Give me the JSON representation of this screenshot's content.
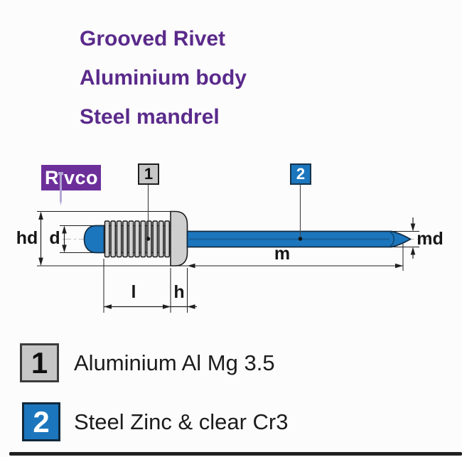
{
  "title": {
    "lines": [
      "Grooved Rivet",
      "Aluminium body",
      "Steel mandrel"
    ]
  },
  "logo": {
    "name": "Rivco",
    "prefix": "R",
    "suffix": "vco"
  },
  "callouts": [
    {
      "number": "1",
      "style": "grey"
    },
    {
      "number": "2",
      "style": "blue"
    }
  ],
  "dim_labels": {
    "hd": "hd",
    "d": "d",
    "l": "l",
    "h": "h",
    "m": "m",
    "md": "md"
  },
  "legend": {
    "items": [
      {
        "number": "1",
        "material": "Aluminium Al Mg 3.5"
      },
      {
        "number": "2",
        "material": "Steel Zinc & clear Cr3"
      }
    ]
  },
  "colors": {
    "title-purple": "#5a2a8b",
    "logo-purple": "#6c2f9a",
    "pin-lavender": "#b3a4d4",
    "rivet-blue": "#1c76bd",
    "part-grey": "#cfcfcf",
    "outline": "#1a1a1a",
    "background": "#fcfcfc"
  }
}
